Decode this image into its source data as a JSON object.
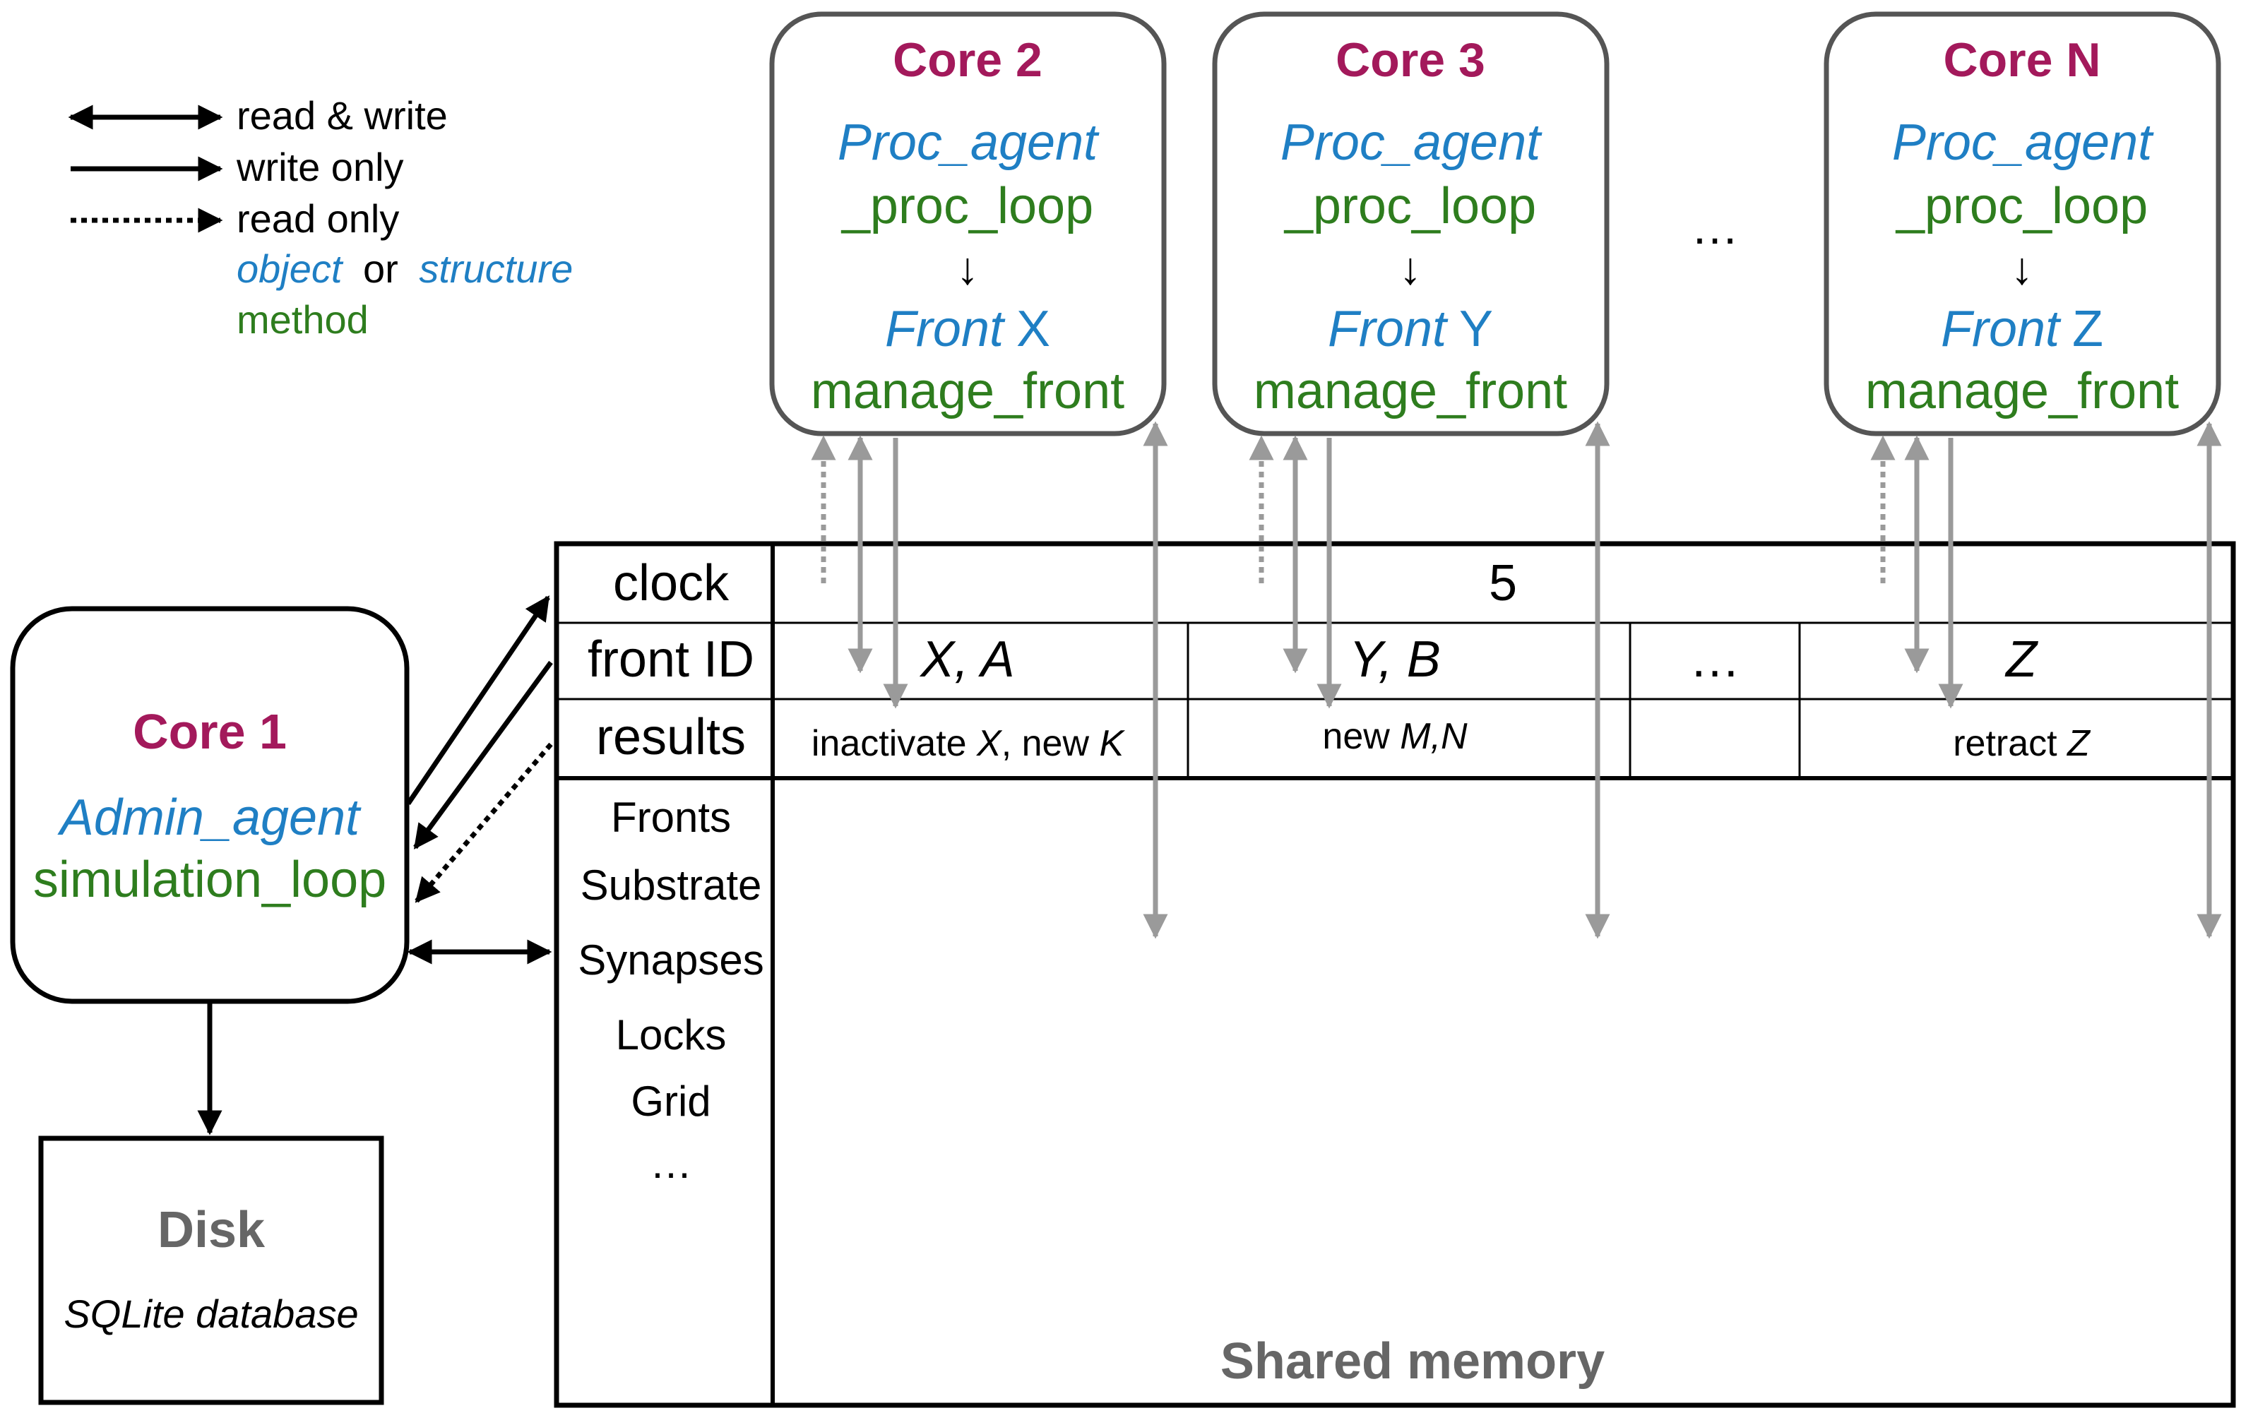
{
  "legend": {
    "read_write": "read & write",
    "write_only": "write only",
    "read_only": "read only",
    "object_word": "object",
    "or_word": "or",
    "structure_word": "structure",
    "method_word": "method"
  },
  "colors": {
    "core_title": "#a3195b",
    "object": "#1f7fc4",
    "method": "#2e7d1e",
    "box_border": "#555555",
    "gray_arrow": "#9a9a9a",
    "label_gray": "#666666"
  },
  "cores": [
    {
      "title": "Core 2",
      "agent": "Proc_agent",
      "loop": "_proc_loop",
      "arrow": "↓",
      "front_word": "Front",
      "front_letter": "X",
      "manage": "manage_front"
    },
    {
      "title": "Core 3",
      "agent": "Proc_agent",
      "loop": "_proc_loop",
      "arrow": "↓",
      "front_word": "Front",
      "front_letter": "Y",
      "manage": "manage_front"
    },
    {
      "title": "Core N",
      "agent": "Proc_agent",
      "loop": "_proc_loop",
      "arrow": "↓",
      "front_word": "Front",
      "front_letter": "Z",
      "manage": "manage_front"
    }
  ],
  "cores_ellipsis": "…",
  "core1": {
    "title": "Core 1",
    "agent": "Admin_agent",
    "loop": "simulation_loop"
  },
  "disk": {
    "title": "Disk",
    "subtitle": "SQLite database"
  },
  "memory": {
    "rows": [
      "clock",
      "front ID",
      "results"
    ],
    "clock_value": "5",
    "front_ids": [
      "X, A",
      "Y, B",
      "…",
      "Z"
    ],
    "results": {
      "c1_prefix": "inactivate ",
      "c1_x": "X",
      "c1_mid": ", new ",
      "c1_k": "K",
      "c2_prefix": "new ",
      "c2_vals": "M,N",
      "c4_prefix": "retract ",
      "c4_z": "Z"
    },
    "structures": [
      "Fronts",
      "Substrate",
      "Synapses",
      "Locks",
      "Grid",
      "…"
    ],
    "label": "Shared memory"
  }
}
